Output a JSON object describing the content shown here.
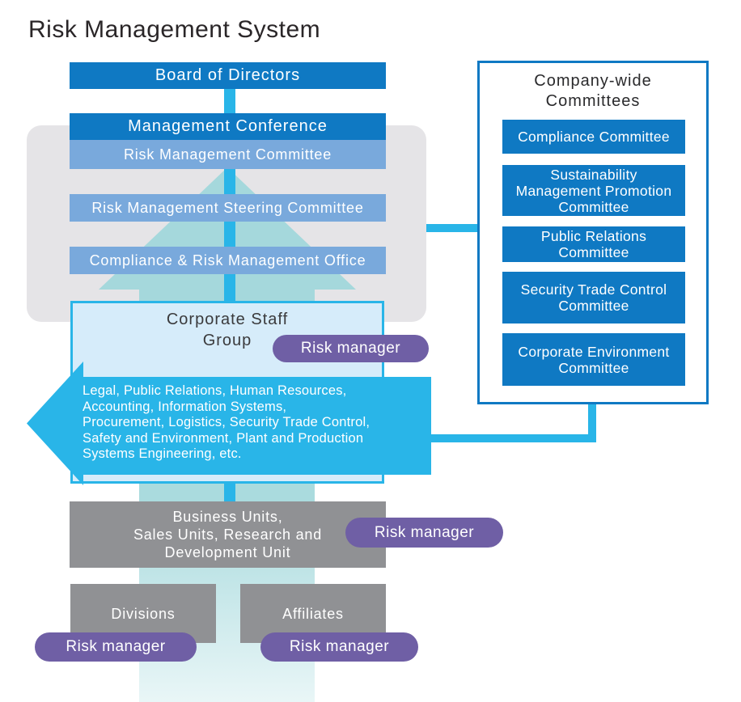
{
  "title": "Risk Management System",
  "colors": {
    "dark_blue": "#0f79c3",
    "medium_blue": "#79a9dc",
    "cyan": "#29b5e8",
    "teal_arrow": "#a5d8dc",
    "corporate_fill": "#d6ecfa",
    "purple": "#6f5fa5",
    "gray_box": "#909194",
    "backdrop_gray": "#e5e4e7"
  },
  "hierarchy": {
    "board": "Board of Directors",
    "management_conference": "Management Conference",
    "risk_management_committee": "Risk Management Committee",
    "steering_committee": "Risk Management Steering Committee",
    "compliance_office": "Compliance & Risk Management Office"
  },
  "corporate_staff": {
    "title": [
      "Corporate Staff",
      "Group"
    ],
    "risk_manager_label": "Risk manager",
    "functions": [
      "Legal, Public Relations, Human Resources,",
      "Accounting, Information Systems,",
      "Procurement, Logistics, Security Trade Control,",
      "Safety and Environment, Plant and Production",
      "Systems Engineering, etc."
    ]
  },
  "committees_panel": {
    "title": [
      "Company-wide",
      "Committees"
    ],
    "items": [
      {
        "label": [
          "Compliance Committee"
        ]
      },
      {
        "label": [
          "Sustainability",
          "Management Promotion",
          "Committee"
        ]
      },
      {
        "label": [
          "Public Relations",
          "Committee"
        ]
      },
      {
        "label": [
          "Security Trade Control",
          "Committee"
        ]
      },
      {
        "label": [
          "Corporate Environment",
          "Committee"
        ]
      }
    ]
  },
  "business_units": {
    "label": [
      "Business Units,",
      "Sales Units, Research and",
      "Development Unit"
    ],
    "risk_manager_label": "Risk manager"
  },
  "divisions": {
    "label": "Divisions",
    "risk_manager_label": "Risk manager"
  },
  "affiliates": {
    "label": "Affiliates",
    "risk_manager_label": "Risk manager"
  }
}
